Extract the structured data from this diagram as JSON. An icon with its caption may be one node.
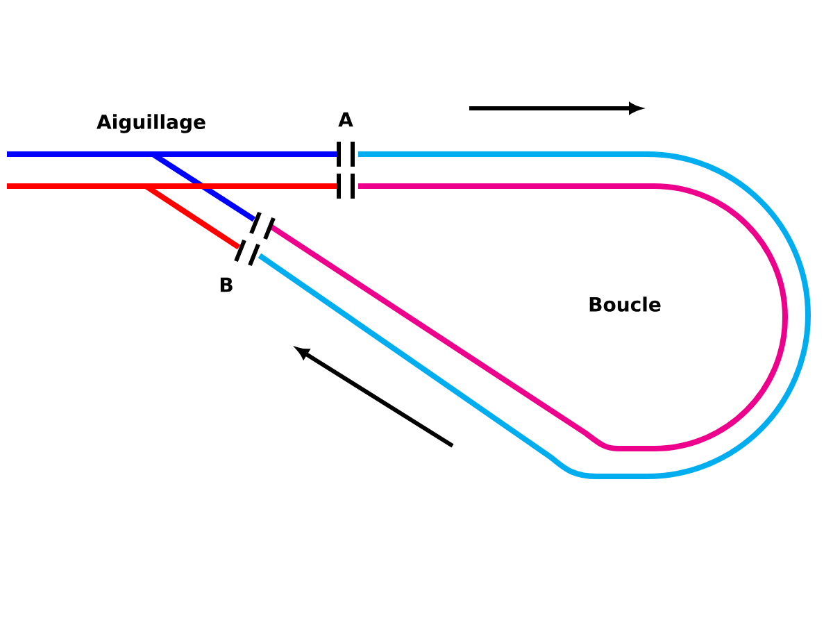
{
  "diagram": {
    "labels": [
      "Aiguillage",
      "A",
      "B",
      "Boucle"
    ]
  }
}
